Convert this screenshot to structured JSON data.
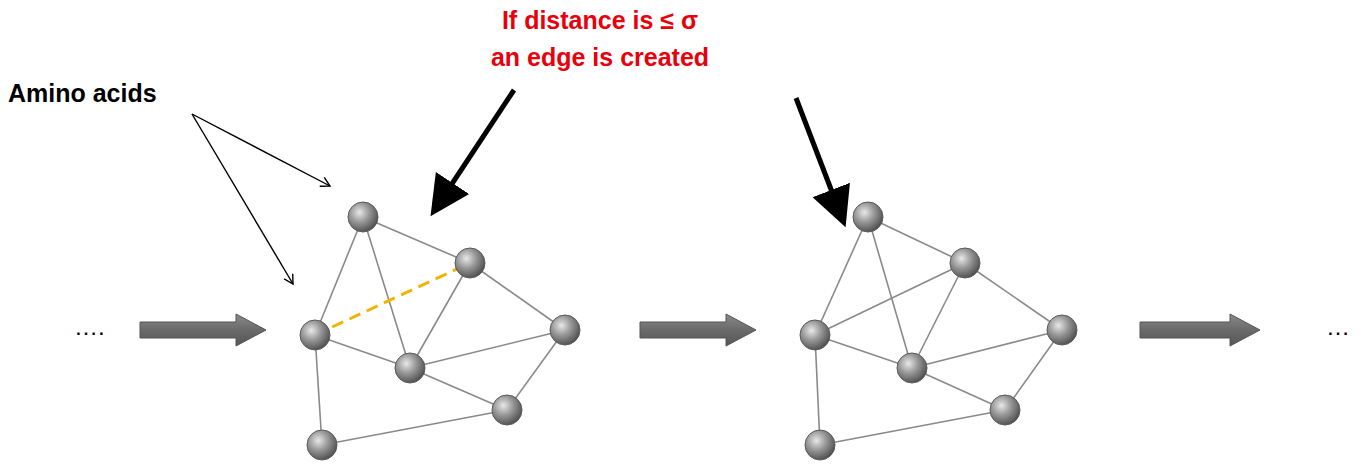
{
  "diagram": {
    "labels": [
      "Amino acids",
      "If distance is ≤ σ an edge is created",
      "….",
      "…"
    ]
  }
}
